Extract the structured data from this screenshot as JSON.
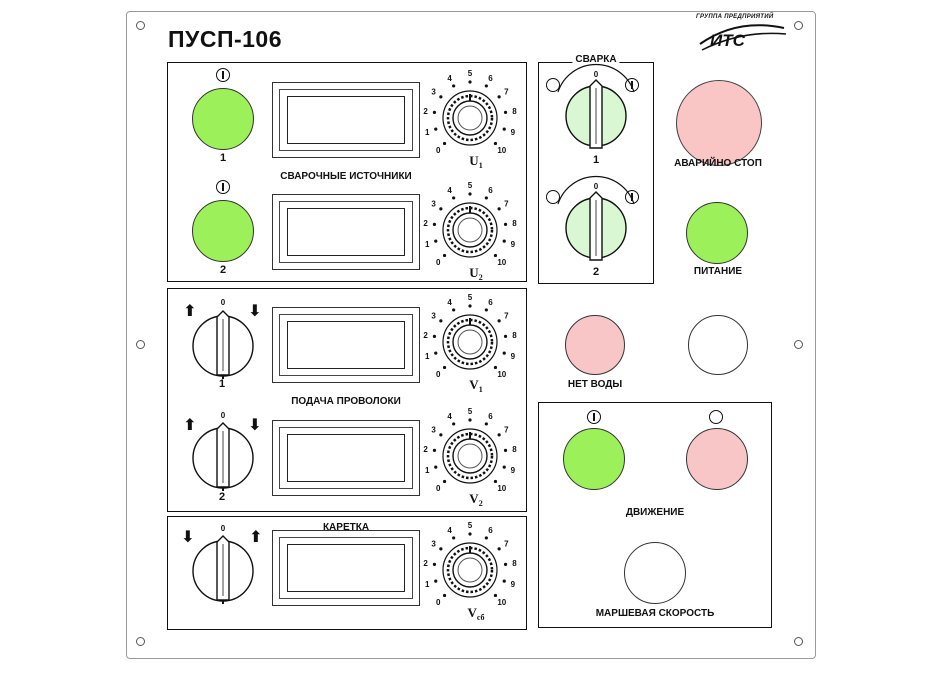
{
  "title": "ПУСП-106",
  "logo": {
    "top_text": "ГРУППА ПРЕДПРИЯТИЙ",
    "name": "ИТС"
  },
  "welding_sources": {
    "caption": "СВАРОЧНЫЕ ИСТОЧНИКИ",
    "channels": [
      {
        "button_label": "1",
        "knob_var": "U",
        "knob_sub": "1"
      },
      {
        "button_label": "2",
        "knob_var": "U",
        "knob_sub": "2"
      }
    ]
  },
  "wire_feed": {
    "caption": "ПОДАЧА ПРОВОЛОКИ",
    "channels": [
      {
        "switch_label": "1",
        "switch_zero": "0",
        "knob_var": "V",
        "knob_sub": "1"
      },
      {
        "switch_label": "2",
        "switch_zero": "0",
        "knob_var": "V",
        "knob_sub": "2"
      }
    ]
  },
  "carriage": {
    "caption": "КАРЕТКА",
    "switch_zero": "0",
    "knob_var": "V",
    "knob_sub": "сб"
  },
  "dial_scale": [
    "0",
    "1",
    "2",
    "3",
    "4",
    "5",
    "6",
    "7",
    "8",
    "9",
    "10"
  ],
  "welding": {
    "caption": "СВАРКА",
    "switches": [
      {
        "label": "1",
        "zero": "0"
      },
      {
        "label": "2",
        "zero": "0"
      }
    ]
  },
  "emergency_stop": {
    "label": "АВАРИЙНО СТОП"
  },
  "power": {
    "label": "ПИТАНИЕ"
  },
  "no_water": {
    "label": "НЕТ ВОДЫ"
  },
  "movement": {
    "label": "ДВИЖЕНИЕ"
  },
  "march_speed": {
    "label": "МАРШЕВАЯ СКОРОСТЬ"
  },
  "colors": {
    "lamp_green": "#9cf05a",
    "lamp_pink": "#f8c6c6",
    "estop": "#f9c5c5"
  },
  "icons": [
    "power-on-symbol-icon",
    "power-off-symbol-icon",
    "arrow-up-icon",
    "arrow-down-icon"
  ]
}
